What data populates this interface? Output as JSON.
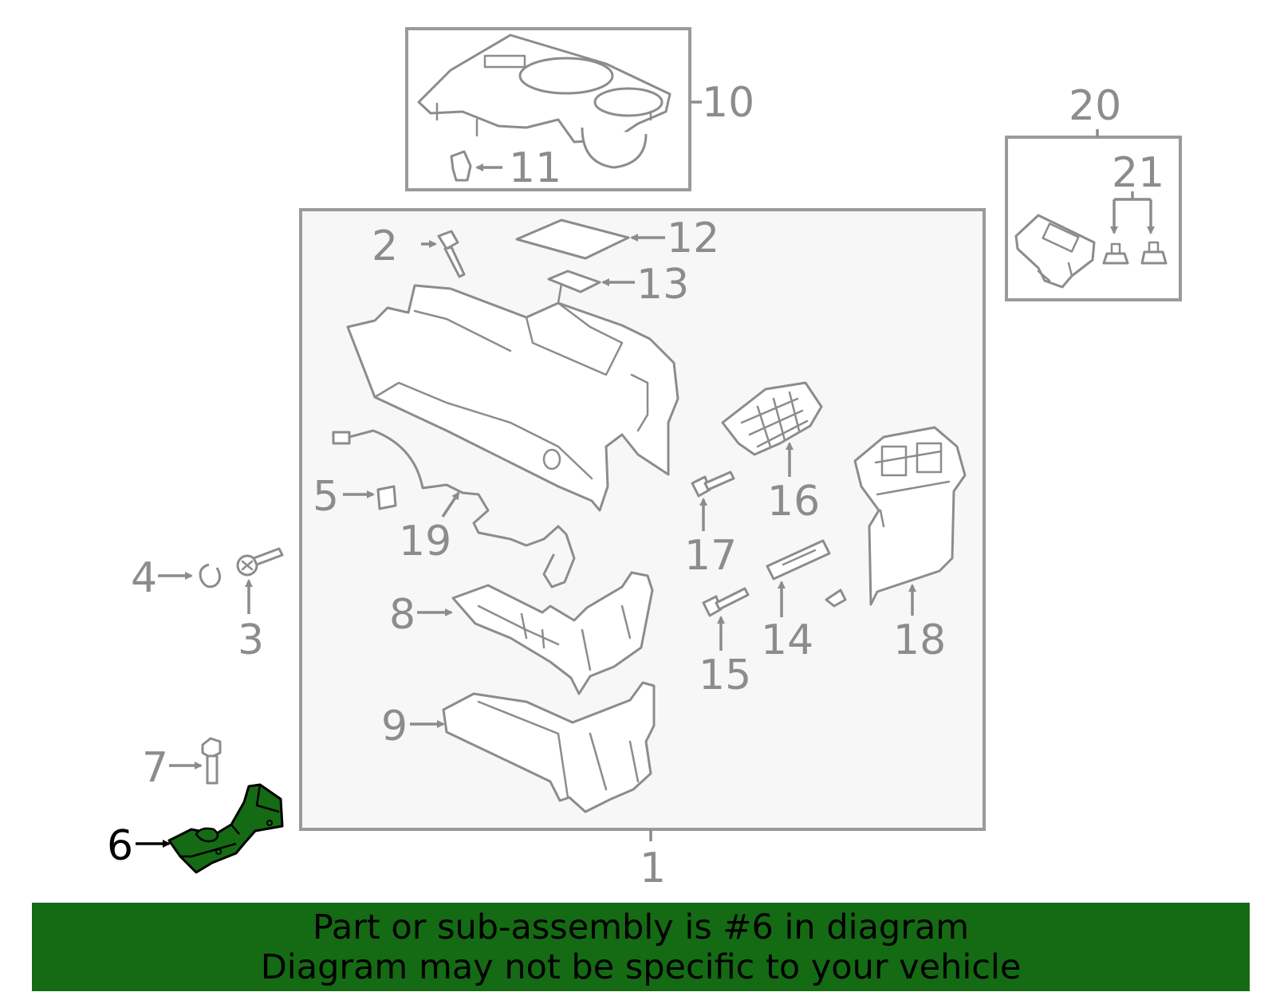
{
  "diagram": {
    "highlight_color": "#156a14",
    "callouts": {
      "c1": "1",
      "c2": "2",
      "c3": "3",
      "c4": "4",
      "c5": "5",
      "c6": "6",
      "c7": "7",
      "c8": "8",
      "c9": "9",
      "c10": "10",
      "c11": "11",
      "c12": "12",
      "c13": "13",
      "c14": "14",
      "c15": "15",
      "c16": "16",
      "c17": "17",
      "c18": "18",
      "c19": "19",
      "c20": "20",
      "c21": "21"
    },
    "highlighted_part": "6"
  },
  "banner": {
    "line1": "Part or sub-assembly is #6 in diagram",
    "line2": "Diagram may not be specific to your vehicle"
  }
}
